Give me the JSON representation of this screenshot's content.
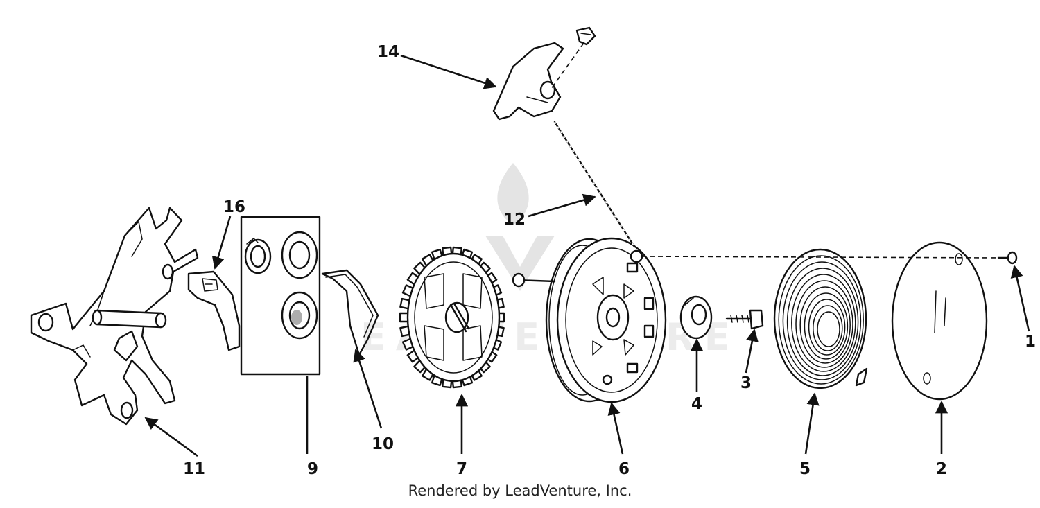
{
  "diagram": {
    "callouts": [
      {
        "id": "1",
        "label": "1"
      },
      {
        "id": "2",
        "label": "2"
      },
      {
        "id": "3",
        "label": "3"
      },
      {
        "id": "4",
        "label": "4"
      },
      {
        "id": "5",
        "label": "5"
      },
      {
        "id": "6",
        "label": "6"
      },
      {
        "id": "7",
        "label": "7"
      },
      {
        "id": "9",
        "label": "9"
      },
      {
        "id": "10",
        "label": "10"
      },
      {
        "id": "11",
        "label": "11"
      },
      {
        "id": "12",
        "label": "12"
      },
      {
        "id": "14",
        "label": "14"
      },
      {
        "id": "16",
        "label": "16"
      }
    ]
  },
  "footer": {
    "credit": "Rendered by LeadVenture, Inc."
  }
}
